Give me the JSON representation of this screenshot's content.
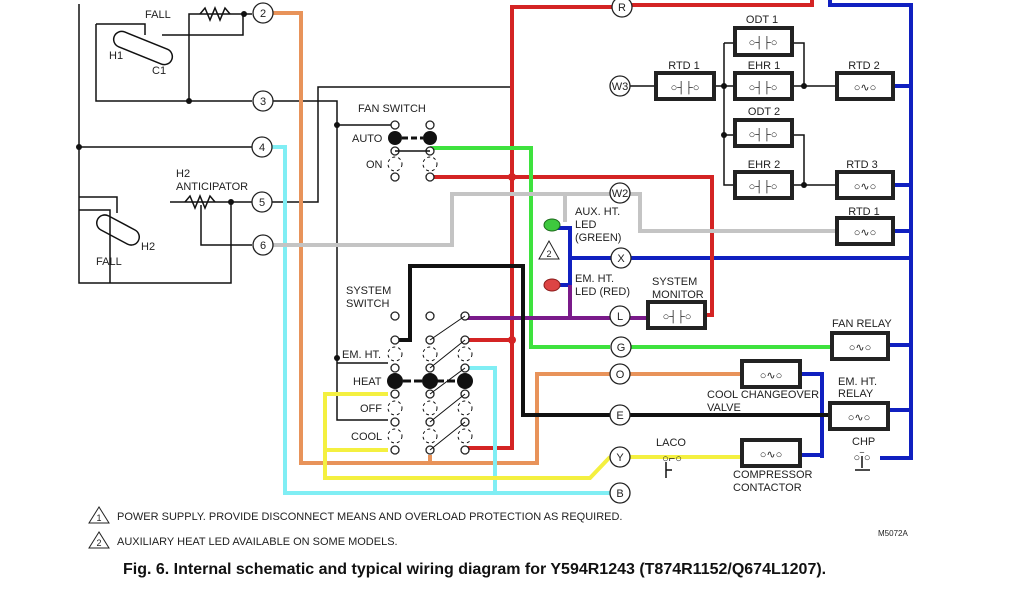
{
  "colors": {
    "red": "#d42424",
    "blue": "#1020c0",
    "orange": "#e8935a",
    "cyan": "#80eef4",
    "green": "#3ee23e",
    "gray": "#c4c4c4",
    "black": "#111111",
    "yellow": "#f4f040",
    "purple": "#7a1a8a"
  },
  "thermostat": {
    "fall_top": "FALL",
    "h1": "H1",
    "c1": "C1",
    "h2": "H2",
    "fall_bottom": "FALL",
    "h2_anticipator_line1": "H2",
    "h2_anticipator_line2": "ANTICIPATOR",
    "fan_switch": "FAN SWITCH",
    "fan_auto": "AUTO",
    "fan_on": "ON",
    "system_switch_line1": "SYSTEM",
    "system_switch_line2": "SWITCH",
    "sys_em_ht": "EM. HT.",
    "sys_heat": "HEAT",
    "sys_off": "OFF",
    "sys_cool": "COOL"
  },
  "left_terminals": [
    "2",
    "3",
    "4",
    "5",
    "6"
  ],
  "right_terminals": {
    "R": "R",
    "W3": "W3",
    "W2": "W2",
    "X": "X",
    "L": "L",
    "G": "G",
    "O": "O",
    "E": "E",
    "Y": "Y",
    "B": "B"
  },
  "components": {
    "odt1": "ODT 1",
    "rtd1a": "RTD 1",
    "ehr1": "EHR 1",
    "rtd2": "RTD 2",
    "odt2": "ODT 2",
    "ehr2": "EHR 2",
    "rtd3": "RTD 3",
    "rtd1b": "RTD 1",
    "aux_led_1": "AUX. HT.",
    "aux_led_2": "LED",
    "aux_led_3": "(GREEN)",
    "em_led_1": "EM. HT.",
    "em_led_2": "LED (RED)",
    "sys_mon_1": "SYSTEM",
    "sys_mon_2": "MONITOR",
    "fan_relay": "FAN RELAY",
    "cool_valve_1": "COOL CHANGEOVER",
    "cool_valve_2": "VALVE",
    "em_relay_1": "EM. HT.",
    "em_relay_2": "RELAY",
    "laco": "LACO",
    "chp": "CHP",
    "comp_1": "COMPRESSOR",
    "comp_2": "CONTACTOR",
    "note2_mark": "2"
  },
  "notes": [
    {
      "mark": "1",
      "text": "POWER SUPPLY. PROVIDE DISCONNECT MEANS AND OVERLOAD PROTECTION AS REQUIRED."
    },
    {
      "mark": "2",
      "text": "AUXILIARY HEAT LED AVAILABLE ON SOME MODELS."
    }
  ],
  "figure_id": "M5072A",
  "caption": "Fig. 6. Internal schematic and typical wiring diagram for Y594R1243 (T874R1152/Q674L1207)."
}
